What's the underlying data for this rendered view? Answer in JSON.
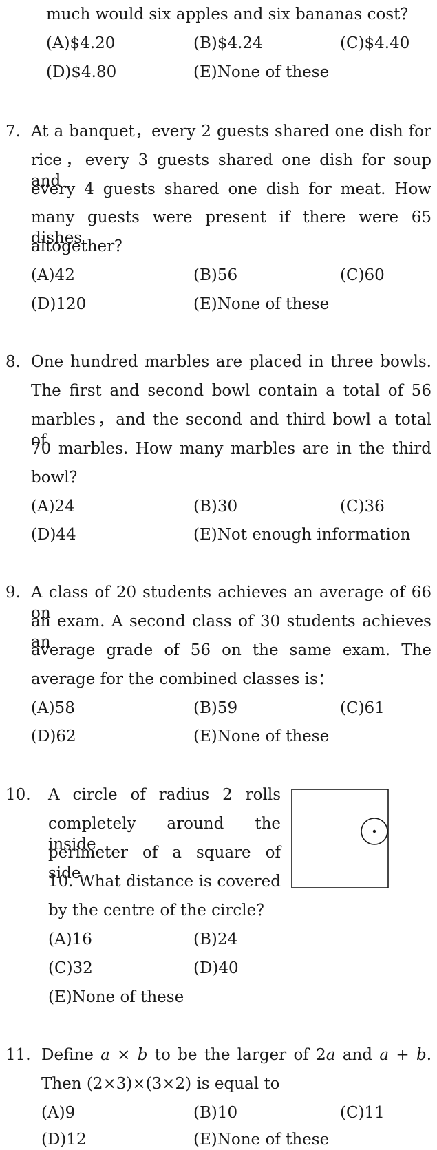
{
  "q6": {
    "line_last": "much would six apples and six bananas cost？",
    "options": {
      "A": "(A)$4.20",
      "B": "(B)$4.24",
      "C": "(C)$4.40",
      "D": "(D)$4.80",
      "E": "(E)None of these"
    }
  },
  "q7": {
    "number": "7.",
    "lines": [
      "At a banquet，every 2 guests shared one dish for",
      "rice，every 3 guests shared one dish for soup and",
      "every 4 guests shared one dish for meat. How",
      "many guests were present if there were 65 dishes",
      "altogether？"
    ],
    "options": {
      "A": "(A)42",
      "B": "(B)56",
      "C": "(C)60",
      "D": "(D)120",
      "E": "(E)None of these"
    }
  },
  "q8": {
    "number": "8.",
    "lines": [
      "One hundred marbles are placed in three bowls.",
      "The first and second bowl contain a total of 56",
      "marbles，and the second and third bowl a total of",
      "70 marbles. How many marbles are in the third",
      "bowl？"
    ],
    "options": {
      "A": "(A)24",
      "B": "(B)30",
      "C": "(C)36",
      "D": "(D)44",
      "E": "(E)Not enough information"
    }
  },
  "q9": {
    "number": "9.",
    "lines": [
      "A class of 20 students achieves an average of 66 on",
      "an exam. A second class of 30 students achieves an",
      "average grade of 56 on the same exam. The",
      "average for the combined classes is："
    ],
    "options": {
      "A": "(A)58",
      "B": "(B)59",
      "C": "(C)61",
      "D": "(D)62",
      "E": "(E)None of these"
    }
  },
  "q10": {
    "number": "10.",
    "lines": [
      "A circle of radius 2 rolls",
      "completely around the inside",
      "perimeter of a square of side",
      "10. What distance is covered",
      "by the centre of the circle？"
    ],
    "options": {
      "A": "(A)16",
      "B": "(B)24",
      "C": "(C)32",
      "D": "(D)40",
      "E": "(E)None of these"
    }
  },
  "q11": {
    "number": "11.",
    "line1_parts": [
      "Define ",
      "a",
      " × ",
      "b",
      " to be the larger of 2",
      "a",
      " and ",
      "a",
      " + ",
      "b",
      "."
    ],
    "line2": "Then (2×3)×(3×2) is equal to",
    "options": {
      "A": "(A)9",
      "B": "(B)10",
      "C": "(C)11",
      "D": "(D)12",
      "E": "(E)None of these"
    }
  }
}
